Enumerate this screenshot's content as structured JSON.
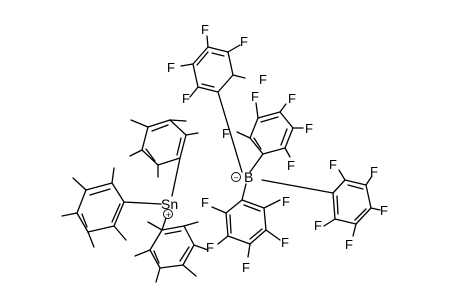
{
  "molecule": {
    "cation_center": "Sn",
    "anion_center": "B",
    "cation_charge": "+",
    "anion_charge": "−",
    "fluorine_symbol": "F"
  }
}
